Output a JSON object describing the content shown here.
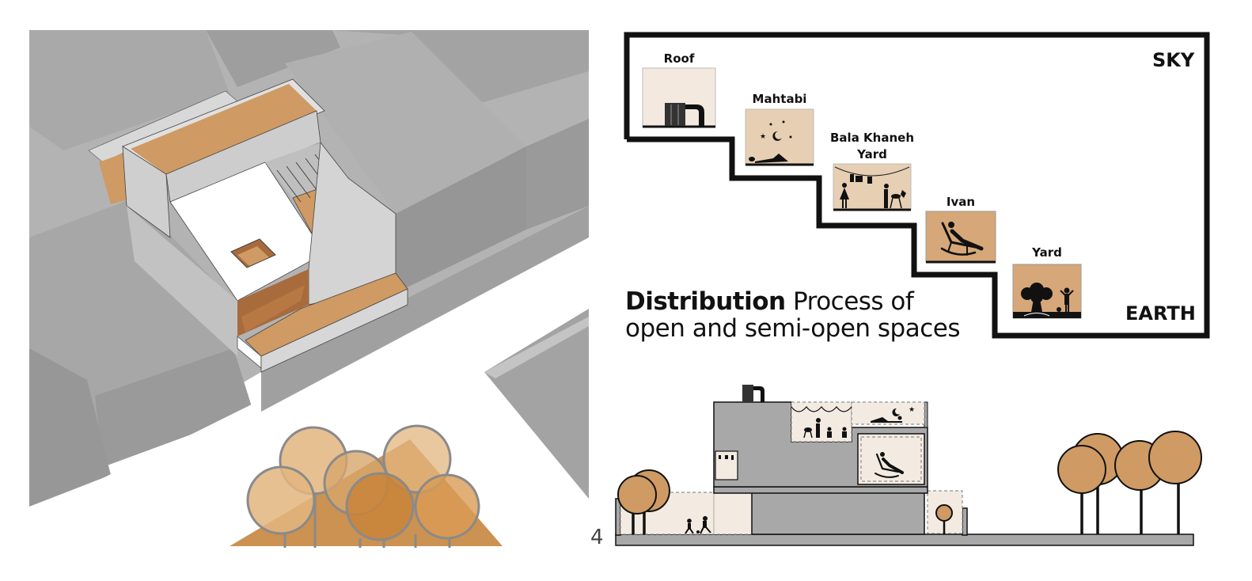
{
  "diagram": {
    "title_bold": "Distribution",
    "title_rest_line1": " Process of",
    "title_line2": "open and semi-open spaces",
    "top_label": "SKY",
    "bottom_label": "EARTH",
    "levels": [
      {
        "name": "Roof",
        "icon": "wind-catcher-icon",
        "shade": "light"
      },
      {
        "name": "Mahtabi",
        "icon": "night-sleeping-under-stars-icon",
        "shade": "medium"
      },
      {
        "name": "Bala Khaneh\nYard",
        "line1": "Bala Khaneh",
        "line2": "Yard",
        "icon": "clothesline-barbecue-icon",
        "shade": "medium"
      },
      {
        "name": "Ivan",
        "icon": "rocking-chair-icon",
        "shade": "tan"
      },
      {
        "name": "Yard",
        "icon": "tree-and-person-icon",
        "shade": "tan"
      }
    ]
  },
  "page_number": "4",
  "colors": {
    "accent_tan": "#cf9a63",
    "tan_light": "#f3e9de",
    "tan_medium": "#e6cfb3",
    "tan_box": "#d6a778",
    "gray_building": "#a8a8a8",
    "gray_dark": "#8c8c8c",
    "stroke": "#111111"
  }
}
